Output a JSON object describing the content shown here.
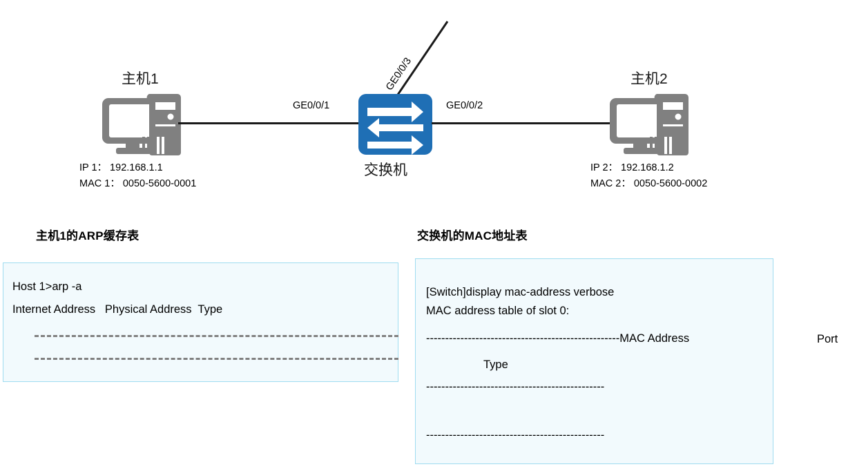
{
  "topology": {
    "host1": {
      "title": "主机1",
      "ip_line": "IP 1： 192.168.1.1",
      "mac_line": "MAC 1： 0050-5600-0001",
      "icon": "desktop-computer-icon"
    },
    "host2": {
      "title": "主机2",
      "ip_line": "IP 2： 192.168.1.2",
      "mac_line": "MAC 2： 0050-5600-0002",
      "icon": "desktop-computer-icon"
    },
    "switch": {
      "caption": "交换机",
      "icon": "network-switch-icon",
      "color": "#1f6fb5"
    },
    "ports": {
      "left": "GE0/0/1",
      "right": "GE0/0/2",
      "up": "GE0/0/3"
    }
  },
  "arp_panel": {
    "heading": "主机1的ARP缓存表",
    "lines": [
      "Host 1>arp -a",
      "Internet Address   Physical Address  Type"
    ]
  },
  "mac_panel": {
    "heading": "交换机的MAC地址表",
    "lines": [
      "[Switch]display mac-address verbose",
      "MAC address table of slot 0:"
    ],
    "rule_top": "---------------------------------------------------MAC Address",
    "port_label": "Port",
    "type_label": "Type",
    "rule_mid": "-----------------------------------------------",
    "rule_bottom": "-----------------------------------------------"
  },
  "colors": {
    "switch_blue": "#1f6fb5",
    "panel_fill": "#f2fafd",
    "panel_border": "#9fdcf0",
    "icon_gray": "#808080",
    "dash_gray": "#808080"
  }
}
